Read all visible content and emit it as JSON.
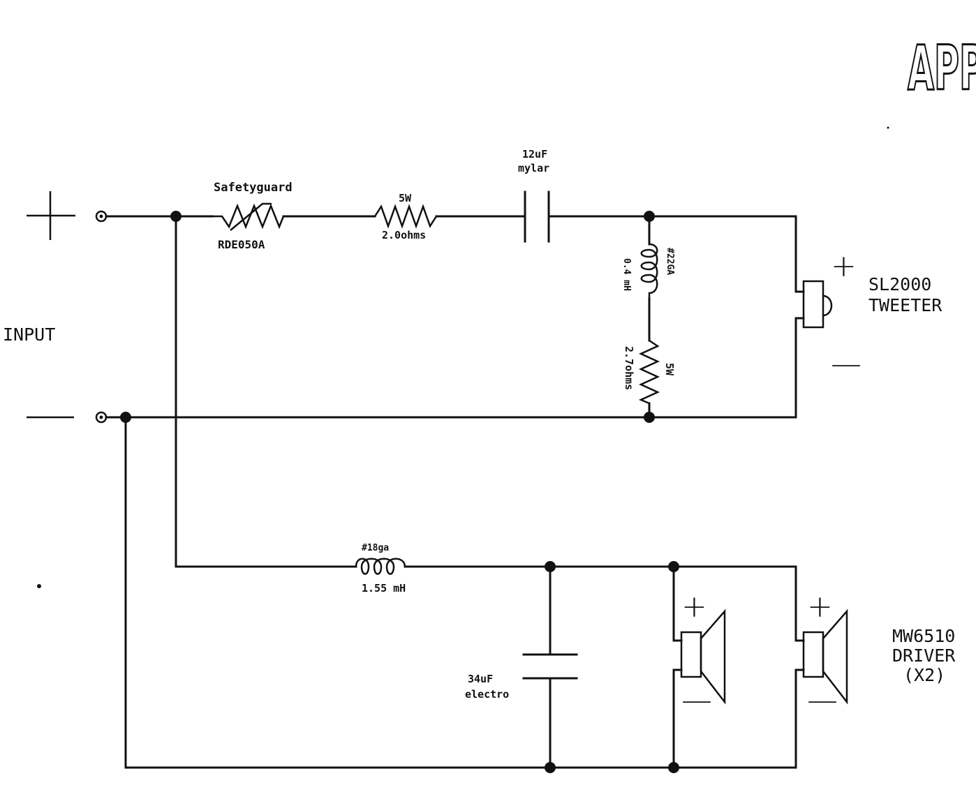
{
  "header": {
    "stamp": "APP"
  },
  "input": {
    "label": "INPUT",
    "plus": "+",
    "minus": "—"
  },
  "tweeter_branch": {
    "safetyguard": {
      "name": "Safetyguard",
      "part": "RDE050A"
    },
    "resistor": {
      "rating": "5W",
      "value": "2.0ohms"
    },
    "capacitor": {
      "value": "12uF",
      "type": "mylar"
    },
    "inductor": {
      "gauge": "#22GA",
      "value": "0.4 mH"
    },
    "shunt_resistor": {
      "rating": "5W",
      "value": "2.7ohms"
    },
    "driver": {
      "model": "SL2000",
      "type": "TWEETER",
      "plus": "+",
      "minus": "—"
    }
  },
  "woofer_branch": {
    "inductor": {
      "gauge": "#18ga",
      "value": "1.55 mH"
    },
    "capacitor": {
      "value": "34uF",
      "type": "electro"
    },
    "driver": {
      "model": "MW6510",
      "type": "DRIVER",
      "count": "(X2)",
      "plus": "+",
      "minus": "—"
    }
  }
}
